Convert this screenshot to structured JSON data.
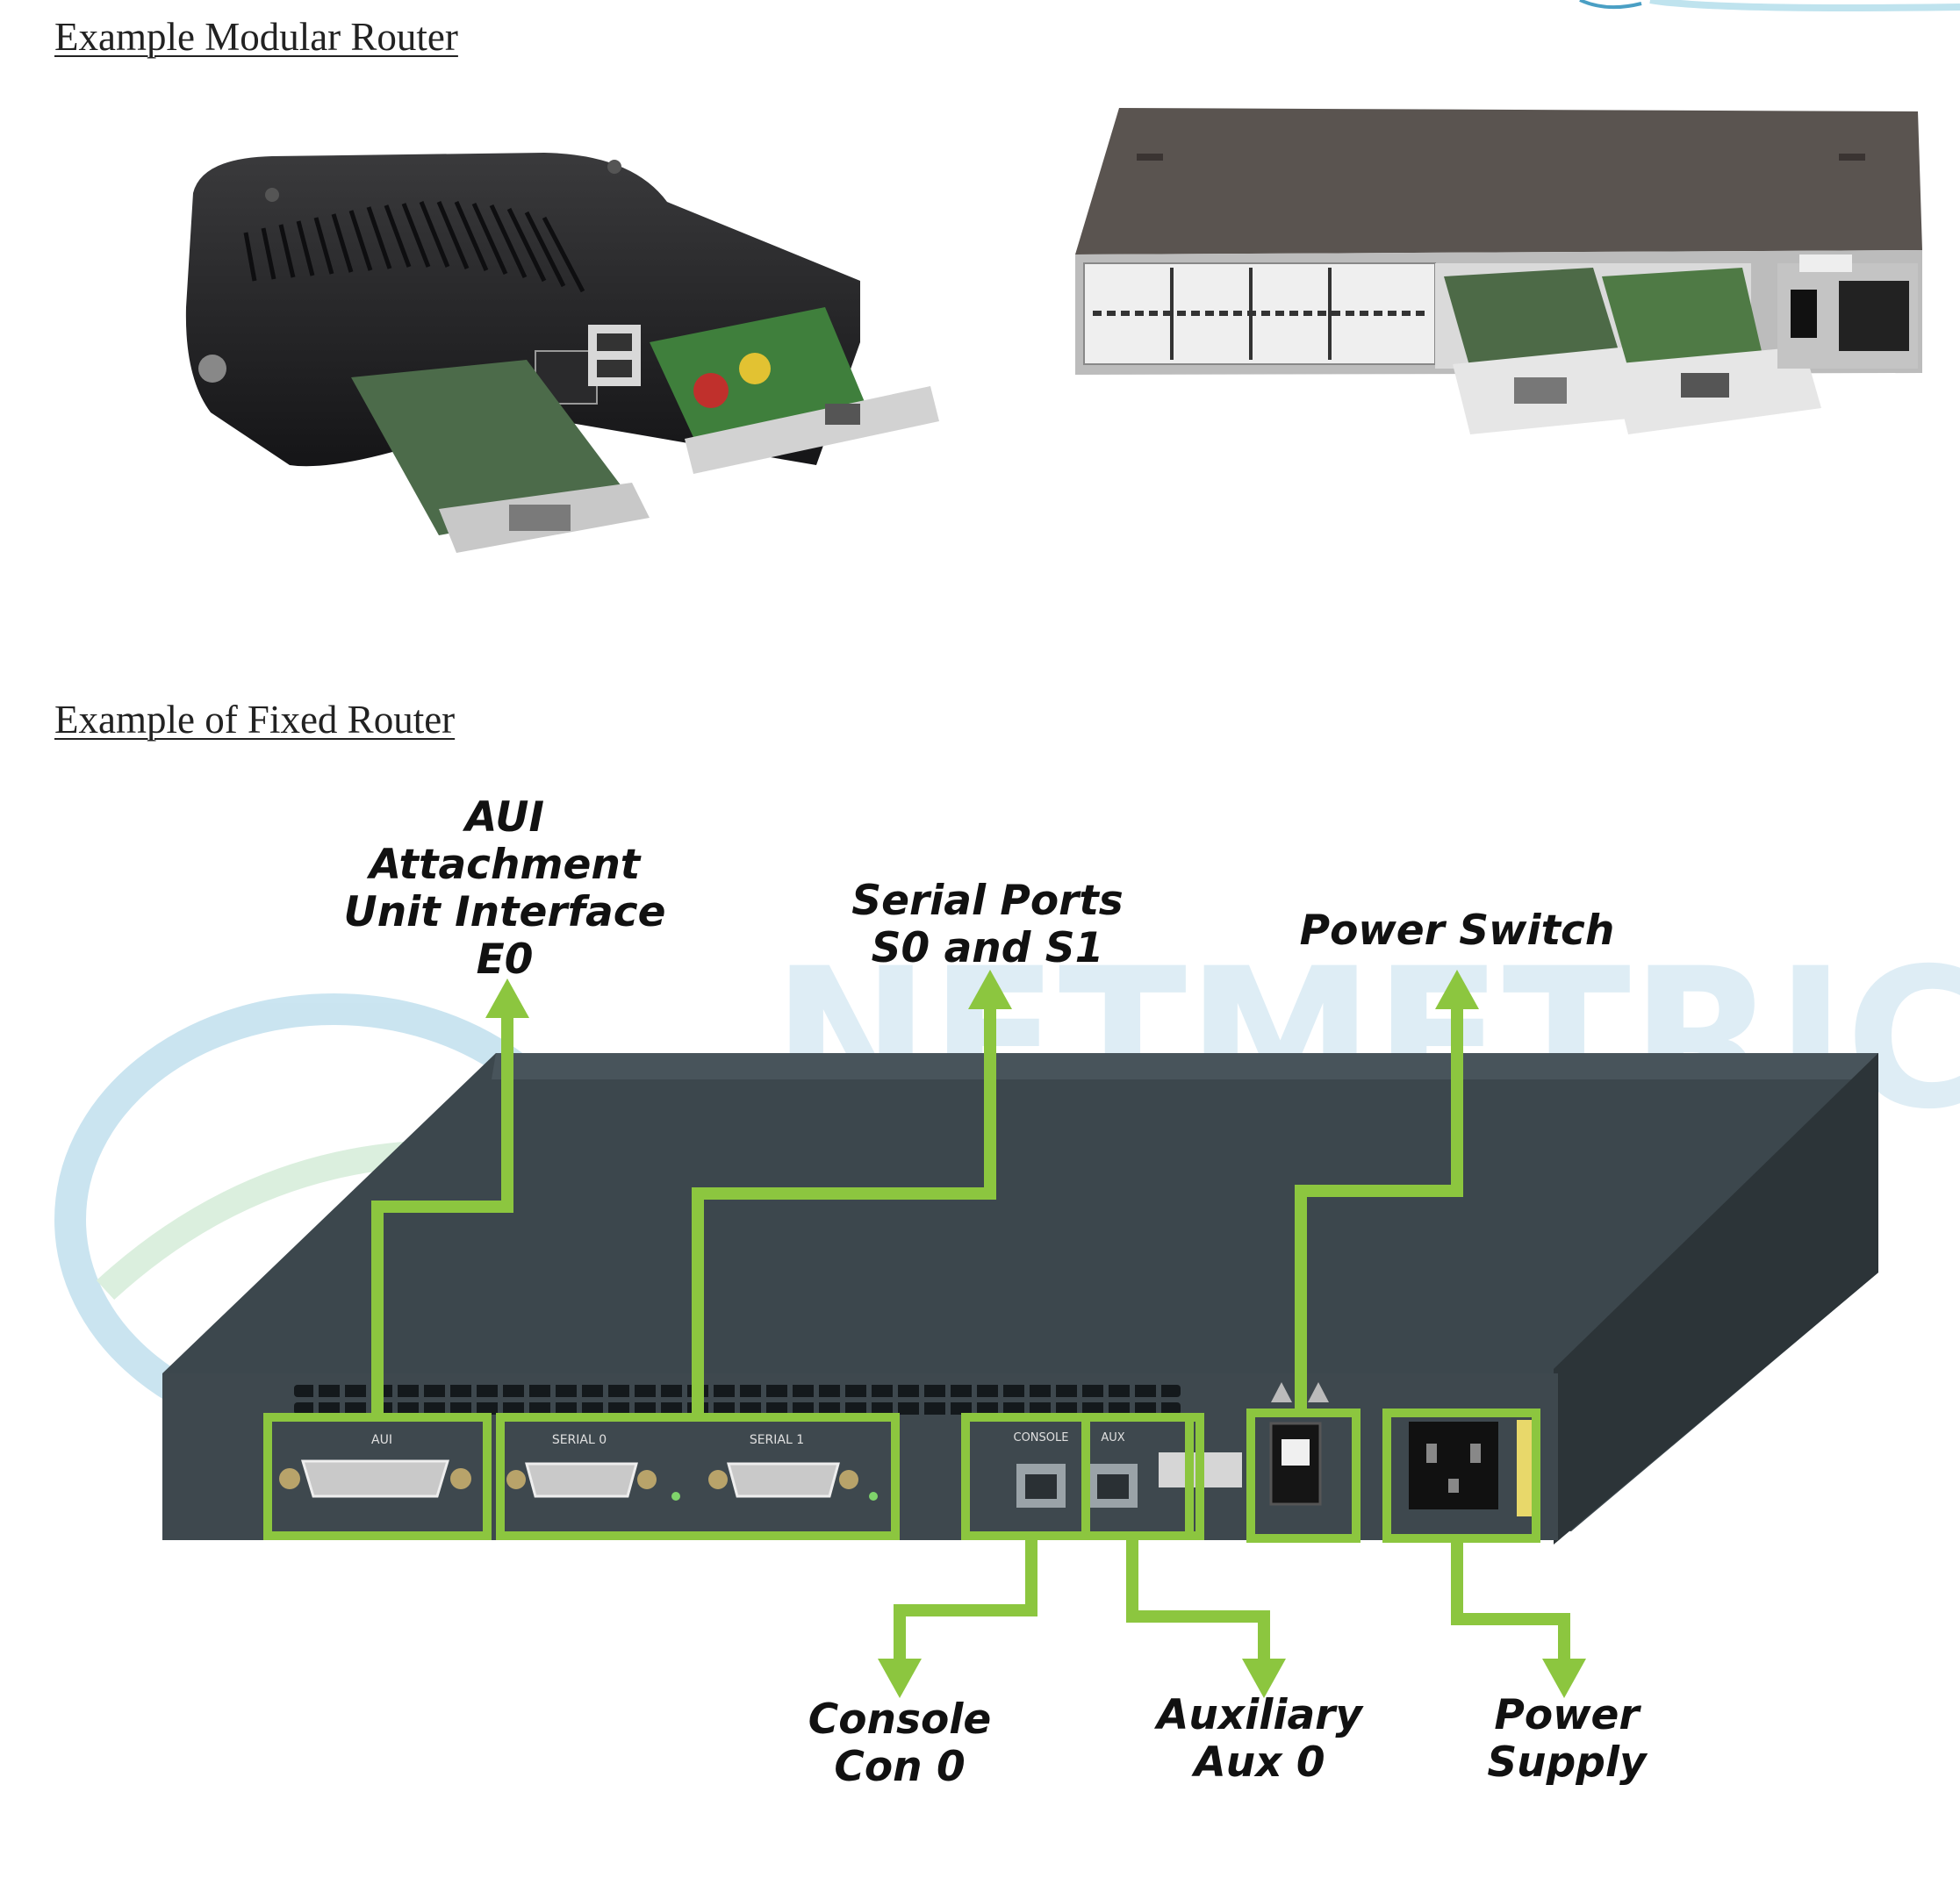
{
  "sections": {
    "modular_title": "Example Modular Router",
    "fixed_title": "Example of Fixed Router"
  },
  "watermark": {
    "text": "NETMETRIC"
  },
  "callouts": {
    "aui": {
      "lines": [
        "AUI",
        "Attachment",
        "Unit Interface",
        "E0"
      ]
    },
    "serial": {
      "lines": [
        "Serial Ports",
        "S0 and S1"
      ]
    },
    "power_switch": {
      "lines": [
        "Power Switch"
      ]
    },
    "console": {
      "lines": [
        "Console",
        "Con 0"
      ]
    },
    "auxiliary": {
      "lines": [
        "Auxiliary",
        "Aux 0"
      ]
    },
    "power_supply": {
      "lines": [
        "Power",
        "Supply"
      ]
    }
  },
  "panel_labels": {
    "aui": "AUI",
    "serial0": "SERIAL 0",
    "serial1": "SERIAL 1",
    "console": "CONSOLE",
    "aux": "AUX"
  },
  "colors": {
    "accent_green": "#8cc63f",
    "router_body": "#3c474d",
    "watermark_blue": "#b9dcec",
    "watermark_green": "#cfead3"
  }
}
